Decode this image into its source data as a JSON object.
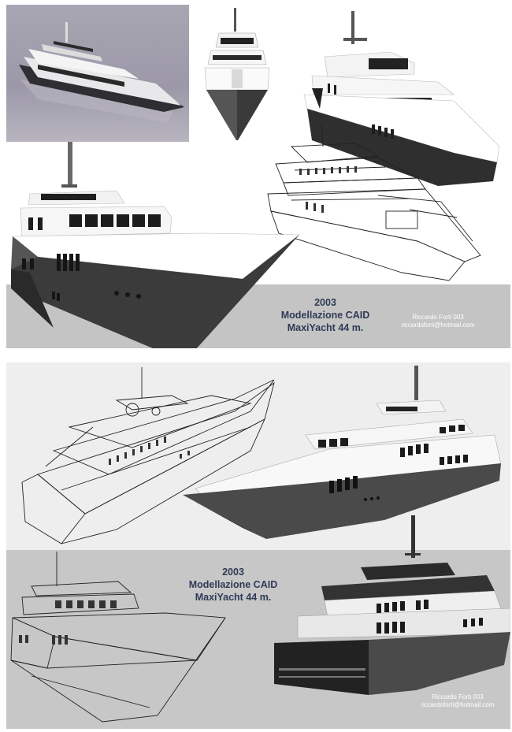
{
  "sheet1": {
    "caption": {
      "year": "2003",
      "title": "Modellazione CAID",
      "model": "MaxiYacht 44 m."
    },
    "credit": {
      "author": "Riccardo Forti 003",
      "email": "riccardoforti@hotmail.com"
    }
  },
  "sheet2": {
    "caption": {
      "year": "2003",
      "title": "Modellazione CAID",
      "model": "MaxiYacht 44 m."
    },
    "credit": {
      "author": "Riccardo Forti 003",
      "email": "riccardoforti@hotmail.com"
    }
  },
  "colors": {
    "hull_dark": "#3b3b3b",
    "superstructure": "#eeeeee",
    "band_gray": "#c4c4c4",
    "caption_text": "#2f3a55"
  }
}
